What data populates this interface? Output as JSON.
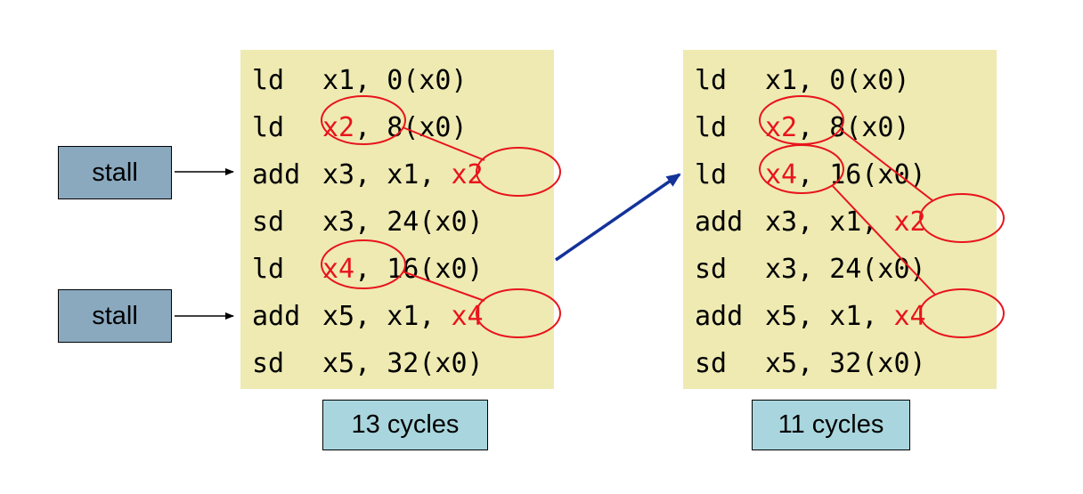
{
  "left_program": {
    "lines": [
      {
        "op": "ld",
        "a": "x1, ",
        "b": "0(x0)"
      },
      {
        "op": "ld",
        "a": "x2",
        "b": ", 8(x0)"
      },
      {
        "op": "add",
        "a": "x3, x1, ",
        "b": "x2"
      },
      {
        "op": "sd",
        "a": "x3, ",
        "b": "24(x0)"
      },
      {
        "op": "ld",
        "a": "x4",
        "b": ", 16(x0)"
      },
      {
        "op": "add",
        "a": "x5, x1, ",
        "b": "x4"
      },
      {
        "op": "sd",
        "a": "x5, ",
        "b": "32(x0)"
      }
    ],
    "cycles_label": "13 cycles"
  },
  "right_program": {
    "lines": [
      {
        "op": "ld",
        "a": "x1, ",
        "b": "0(x0)"
      },
      {
        "op": "ld",
        "a": "x2",
        "b": ", 8(x0)"
      },
      {
        "op": "ld",
        "a": "x4",
        "b": ", 16(x0)"
      },
      {
        "op": "add",
        "a": "x3, x1, ",
        "b": "x2"
      },
      {
        "op": "sd",
        "a": "x3, ",
        "b": "24(x0)"
      },
      {
        "op": "add",
        "a": "x5, x1, ",
        "b": "x4"
      },
      {
        "op": "sd",
        "a": "x5, ",
        "b": "32(x0)"
      }
    ],
    "cycles_label": "11 cycles"
  },
  "stall_labels": [
    "stall",
    "stall"
  ],
  "colors": {
    "code_bg": "#eeeab2",
    "stall_bg": "#8aa9bf",
    "cycles_bg": "#a9d6de",
    "highlight": "#e8141c",
    "arrow_blue": "#13329a"
  }
}
